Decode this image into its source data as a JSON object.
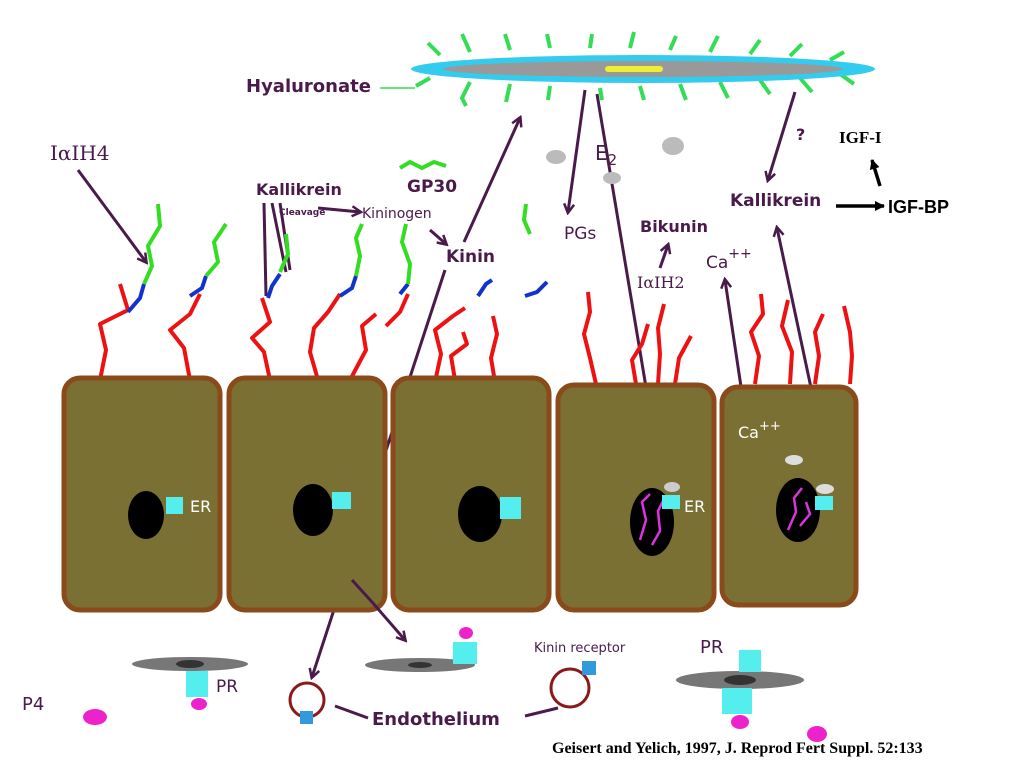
{
  "labels": {
    "hyaluronate": "Hyaluronate",
    "iaih4_prefix": "Iα",
    "iaih4_rest": "IH4",
    "gp30": "GP30",
    "kallikrein_left": "Kallikrein",
    "cleavage": "Cleavage",
    "kininogen": "Kininogen",
    "kinin": "Kinin",
    "e2": "E",
    "e2_sub": "2",
    "pgs": "PGs",
    "question": "?",
    "igf1": "IGF-I",
    "kallikrein_right": "Kallikrein",
    "igfbp": "IGF-BP",
    "bikunin": "Bikunin",
    "iaih2_prefix": "Iα",
    "iaih2_rest": "IH2",
    "ca_top": "Ca",
    "ca_top_sup": "++",
    "ca_cell": "Ca",
    "ca_cell_sup": "++",
    "er_1": "ER",
    "er_2": "ER",
    "pr_left": "PR",
    "pr_right": "PR",
    "p4": "P4",
    "kinin_receptor": "Kinin receptor",
    "endothelium": "Endothelium",
    "citation": "Geisert and Yelich, 1997, J. Reprod Fert Suppl. 52:133"
  },
  "colors": {
    "label": "#4a1a4a",
    "cell_fill": "#7b7034",
    "cell_border": "#8a4a1a",
    "chain_red": "#ee1111",
    "chain_blue": "#1133cc",
    "chain_green": "#33dd22",
    "receptor_cyan": "#55eeee",
    "ligand_magenta": "#ee22cc",
    "hyaluronate_cyan": "#33ccee"
  }
}
